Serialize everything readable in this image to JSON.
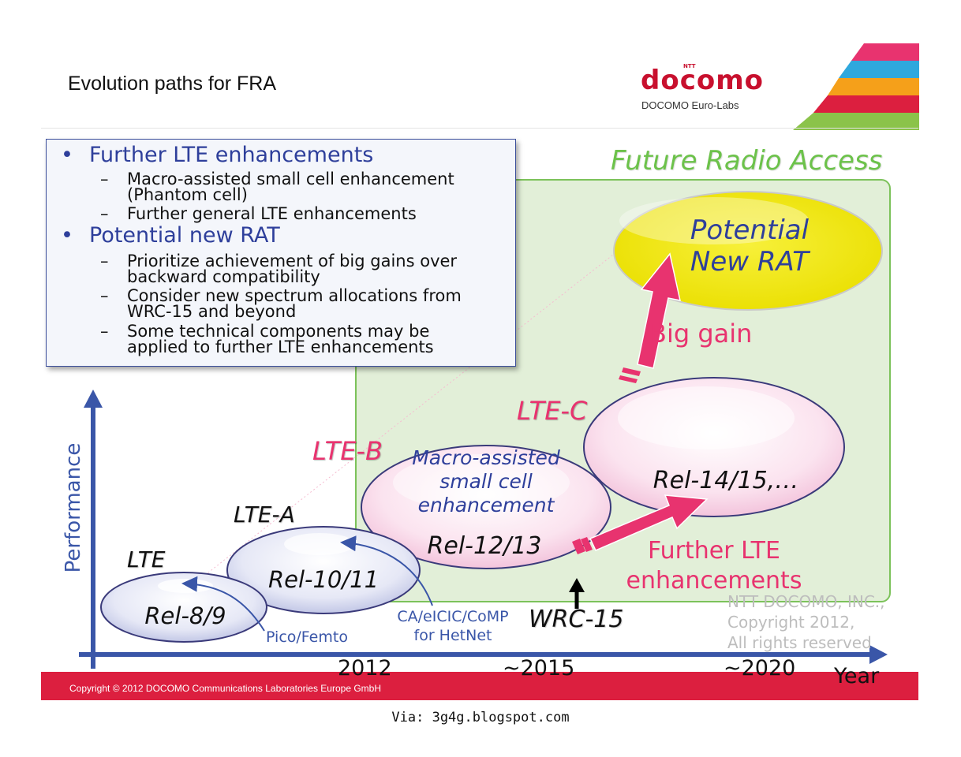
{
  "header": {
    "title": "Evolution paths for FRA",
    "logo_ntt": "NTT",
    "logo_brand": "docomo",
    "logo_sub": "DOCOMO Euro-Labs"
  },
  "bullets": [
    {
      "text": "Further LTE enhancements",
      "subs": [
        "Macro-assisted small cell enhancement (Phantom cell)",
        "Further general LTE enhancements"
      ]
    },
    {
      "text": "Potential new RAT",
      "subs": [
        "Prioritize achievement of big gains over backward compatibility",
        "Consider new spectrum allocations from WRC-15 and beyond",
        "Some technical components may be applied to further LTE enhancements"
      ]
    }
  ],
  "sub_lines": {
    "b1s1a": "Macro-assisted small cell enhancement",
    "b1s1b": "(Phantom cell)",
    "b1s2": "Further general LTE enhancements",
    "b2s1a": "Prioritize achievement of big gains over",
    "b2s1b": "backward compatibility",
    "b2s2a": "Consider new spectrum allocations from",
    "b2s2b": "WRC-15 and beyond",
    "b2s3a": "Some technical components may be",
    "b2s3b": "applied to further LTE enhancements"
  },
  "diagram": {
    "fra_label": "Future Radio Access",
    "axis_y": "Performance",
    "axis_x": "Year",
    "years": [
      "2012",
      "~2015",
      "~2020"
    ],
    "generations": {
      "lte": {
        "label": "LTE",
        "release": "Rel-8/9"
      },
      "lte_a": {
        "label": "LTE-A",
        "release": "Rel-10/11"
      },
      "lte_b": {
        "label": "LTE-B",
        "release": "Rel-12/13",
        "inner_l1": "Macro-assisted",
        "inner_l2": "small cell",
        "inner_l3": "enhancement"
      },
      "lte_c": {
        "label": "LTE-C",
        "release": "Rel-14/15,…"
      }
    },
    "new_rat_l1": "Potential",
    "new_rat_l2": "New RAT",
    "big_gain": "Big gain",
    "further_l1": "Further LTE",
    "further_l2": "enhancements",
    "pico_femto": "Pico/Femto",
    "hetnet_l1": "CA/eICIC/CoMP",
    "hetnet_l2": "for HetNet",
    "wrc": "WRC-15",
    "watermark_l1": "NTT DOCOMO, INC.,",
    "watermark_l2": "Copyright 2012,",
    "watermark_l3": "All rights reserved"
  },
  "colors": {
    "accent_pink": "#e8336f",
    "axis_blue": "#3a56a8",
    "fra_green": "#6cc24a",
    "new_rat_yellow": "#f4ea14",
    "footer_red": "#dc1f3f"
  },
  "footer": {
    "copyright": "Copyright © 2012 DOCOMO Communications Laboratories Europe GmbH",
    "via": "Via: 3g4g.blogspot.com"
  }
}
